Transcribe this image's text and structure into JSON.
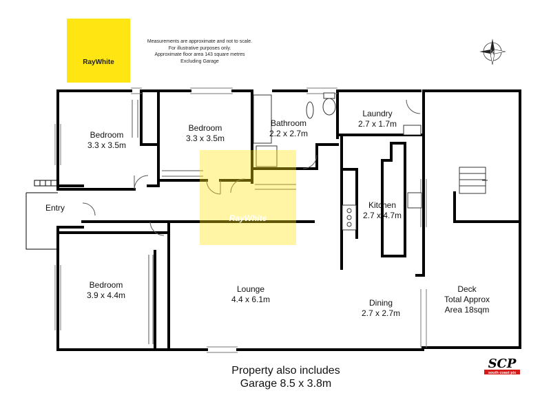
{
  "branding": {
    "logo_text": "RayWhite",
    "watermark_text": "RayWhite",
    "brand_color": "#ffe512",
    "credit_mark": "SCP",
    "credit_sub": "south coast pix"
  },
  "disclaimer": {
    "line1": "Measurements are approximate and not to scale.",
    "line2": "For illustrative purposes only.",
    "line3": "Approximate floor area  143 square metres",
    "line4": "Excluding Garage"
  },
  "compass_label": "N",
  "rooms": {
    "bedroom1": {
      "name": "Bedroom",
      "size": "3.3 x 3.5m"
    },
    "bedroom2": {
      "name": "Bedroom",
      "size": "3.3 x 3.5m"
    },
    "bathroom": {
      "name": "Bathroom",
      "size": "2.2 x 2.7m"
    },
    "laundry": {
      "name": "Laundry",
      "size": "2.7 x 1.7m"
    },
    "entry": {
      "name": "Entry"
    },
    "kitchen": {
      "name": "Kitchen",
      "size": "2.7 x 4.7m"
    },
    "bedroom3": {
      "name": "Bedroom",
      "size": "3.9 x 4.4m"
    },
    "lounge": {
      "name": "Lounge",
      "size": "4.4 x 6.1m"
    },
    "dining": {
      "name": "Dining",
      "size": "2.7 x 2.7m"
    },
    "deck": {
      "name": "Deck",
      "line2": "Total Approx",
      "line3": "Area 18sqm"
    }
  },
  "footer": {
    "line1": "Property also includes",
    "line2": "Garage 8.5 x 3.8m"
  }
}
